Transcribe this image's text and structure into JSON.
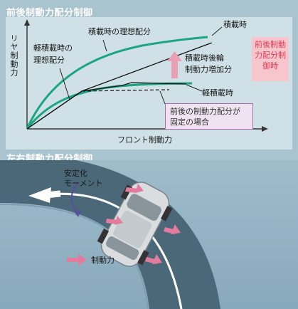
{
  "top": {
    "title": "前後制動力配分制御",
    "y_axis_label": "リヤ制動力",
    "x_axis_label": "フロント制動力",
    "label_loaded": "積載時",
    "label_loaded_ideal": "積載時の理想配分",
    "label_light_ideal": "軽積載時の\n理想配分",
    "label_increase": "積載時後輪\n制動力増加分",
    "label_light": "軽積載時",
    "box_control": "前後制動\n力配分制\n御時",
    "box_fixed": "前後の制動力配分が\n固定の場合",
    "colors": {
      "green": "#1aa683",
      "dark": "#111111",
      "pink": "#e9a0b4"
    }
  },
  "bottom": {
    "title": "左右制動力配分制御",
    "label_moment": "安定化\nモーメント",
    "legend_label": "制動力",
    "colors": {
      "road": "#4a6878",
      "arrow": "#ffffff",
      "brake": "#e37b9e"
    }
  }
}
